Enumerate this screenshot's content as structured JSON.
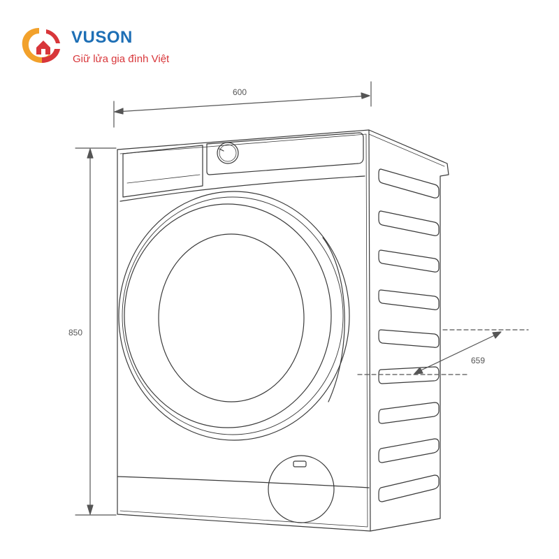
{
  "brand": {
    "name": "VUSON",
    "slogan": "Giữ lửa gia đình Việt",
    "colors": {
      "blue": "#1e6fb5",
      "red": "#d8363a",
      "orange": "#f2a12b"
    }
  },
  "dimensions": {
    "width": "600",
    "height": "850",
    "depth": "659"
  },
  "colors": {
    "line": "#3a3a3a",
    "dim": "#555555"
  }
}
